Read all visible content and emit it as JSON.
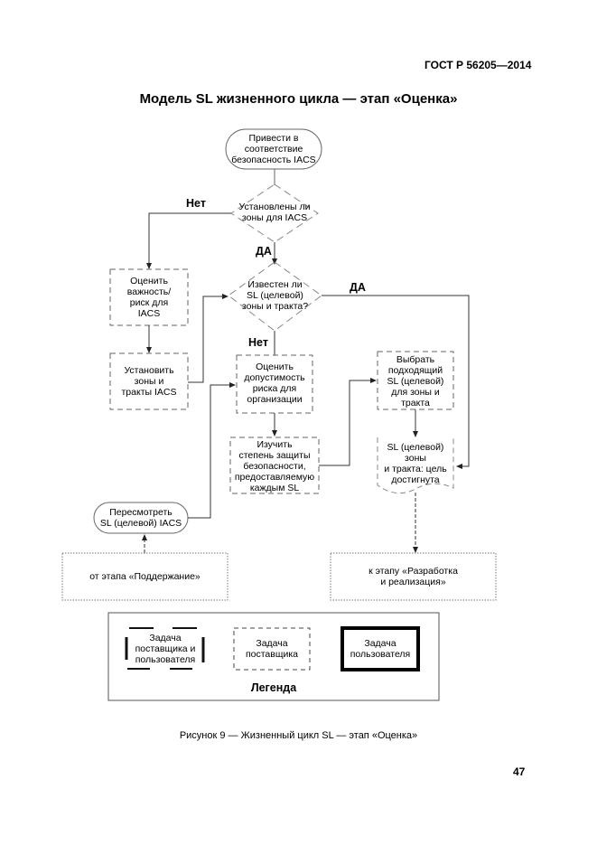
{
  "header": {
    "doc_id": "ГОСТ Р 56205—2014",
    "title": "Модель SL жизненного цикла — этап «Оценка»"
  },
  "flowchart": {
    "nodes": {
      "start": {
        "text": "Привести в\nсоответствие\nбезопасность IACS",
        "shape": "terminator"
      },
      "decision_zones": {
        "text": "Установлены ли\nзоны для IACS",
        "shape": "decision"
      },
      "assess_risk": {
        "text": "Оценить\nважность/\nриск для\nIACS",
        "shape": "process-dashed"
      },
      "set_zones": {
        "text": "Установить\nзоны и\nтракты IACS",
        "shape": "process-dashed"
      },
      "decision_sl": {
        "text": "Известен ли\nSL (целевой)\nзоны и тракта?",
        "shape": "decision"
      },
      "assess_tolerance": {
        "text": "Оценить\nдопустимость\nриска для\nорганизации",
        "shape": "process-dashed"
      },
      "study_protection": {
        "text": "Изучить\nстепень защиты\nбезопасности,\nпредоставляемую\nкаждым SL",
        "shape": "process-dashed"
      },
      "select_sl": {
        "text": "Выбрать\nподходящий\nSL (целевой)\nдля зоны и\nтракта",
        "shape": "process-dashed"
      },
      "sl_achieved": {
        "text": "SL (целевой)\nзоны\nи тракта: цель\nдостигнута",
        "shape": "document-dashed"
      },
      "review_sl": {
        "text": "Пересмотреть\nSL (целевой) IACS",
        "shape": "terminator"
      },
      "from_maintenance": {
        "text": "от этапа «Поддержание»",
        "shape": "dotted-box"
      },
      "to_development": {
        "text": "к этапу «Разработка\nи реализация»",
        "shape": "dotted-box"
      }
    },
    "edge_labels": {
      "zones_no": "Нет",
      "zones_yes": "ДА",
      "sl_yes": "ДА",
      "sl_no": "Нет"
    }
  },
  "legend": {
    "title": "Легенда",
    "items": [
      {
        "text": "Задача\nпоставщика и\nпользователя",
        "style": "bracket"
      },
      {
        "text": "Задача\nпоставщика",
        "style": "dashed"
      },
      {
        "text": "Задача\nпользователя",
        "style": "bold"
      }
    ]
  },
  "footer": {
    "caption": "Рисунок 9 — Жизненный цикл SL — этап «Оценка»",
    "page_number": "47"
  }
}
